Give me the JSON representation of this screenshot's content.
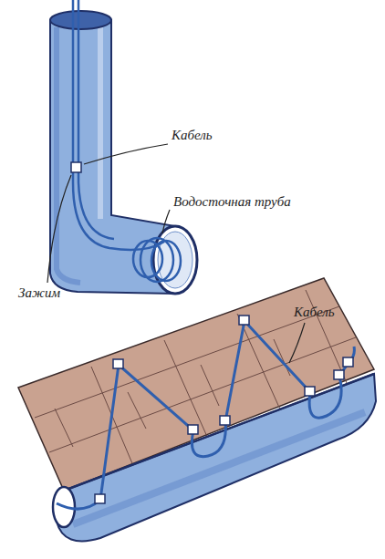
{
  "diagram": {
    "labels": [
      "Кабель",
      "Водосточная труба",
      "Зажим",
      "Кабель"
    ]
  }
}
